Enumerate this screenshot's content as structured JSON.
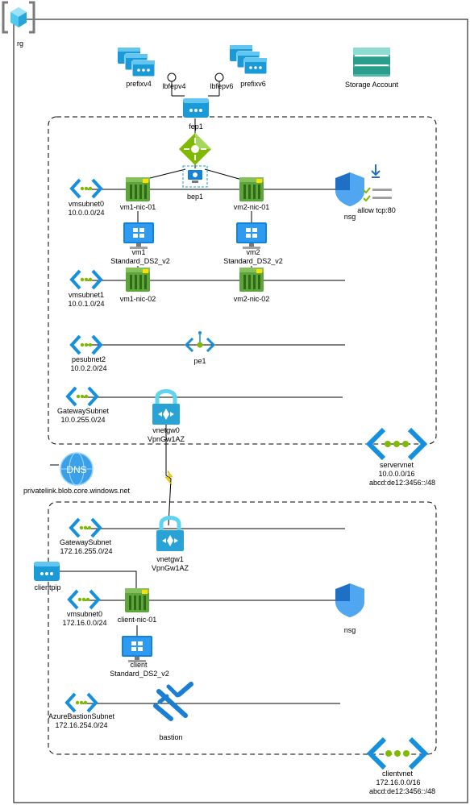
{
  "resource_group": {
    "name": "rg"
  },
  "top": {
    "prefix_v4": "prefixv4",
    "prefix_v6": "prefixv6",
    "lb_ip_v4": "lbfepv4",
    "lb_ip_v6": "lbfepv6",
    "lb_frontend": "fep1",
    "backend_pool": "bep1",
    "storage_account": "Storage Account"
  },
  "servervnet": {
    "name": "servervnet",
    "cidr_v4": "10.0.0.0/16",
    "cidr_v6": "abcd:de12:3456::/48",
    "subnets": [
      {
        "name": "vmsubnet0",
        "cidr": "10.0.0.0/24"
      },
      {
        "name": "vmsubnet1",
        "cidr": "10.0.1.0/24"
      },
      {
        "name": "pesubnet2",
        "cidr": "10.0.2.0/24"
      },
      {
        "name": "GatewaySubnet",
        "cidr": "10.0.255.0/24"
      }
    ],
    "nics": [
      "vm1-nic-01",
      "vm2-nic-01",
      "vm1-nic-02",
      "vm2-nic-02"
    ],
    "vm1": {
      "name": "vm1",
      "size": "Standard_DS2_v2"
    },
    "vm2": {
      "name": "vm2",
      "size": "Standard_DS2_v2"
    },
    "nsg": {
      "name": "nsg",
      "rule": "allow tcp:80"
    },
    "private_endpoint": "pe1",
    "gateway": {
      "name": "vnetgw0",
      "sku": "VpnGw1AZ"
    }
  },
  "dns": {
    "badge": "DNS",
    "zone": "privatelink.blob.core.windows.net"
  },
  "clientvnet": {
    "name": "clientvnet",
    "cidr_v4": "172.16.0.0/16",
    "cidr_v6": "abcd:de12:3456::/48",
    "subnets": [
      {
        "name": "GatewaySubnet",
        "cidr": "172.16.255.0/24"
      },
      {
        "name": "vmsubnet0",
        "cidr": "172.16.0.0/24"
      },
      {
        "name": "AzureBastionSubnet",
        "cidr": "172.16.254.0/24"
      }
    ],
    "gateway": {
      "name": "vnetgw1",
      "sku": "VpnGw1AZ"
    },
    "public_ip": "clientpip",
    "nic": "client-nic-01",
    "vm": {
      "name": "client",
      "size": "Standard_DS2_v2"
    },
    "nsg": "nsg",
    "bastion": "bastion"
  },
  "colors": {
    "azure_blue": "#0078d4",
    "light_blue": "#50e6ff",
    "nic_green": "#5ea53c",
    "lb_green": "#7fba00",
    "lightning": "#ffd700"
  }
}
